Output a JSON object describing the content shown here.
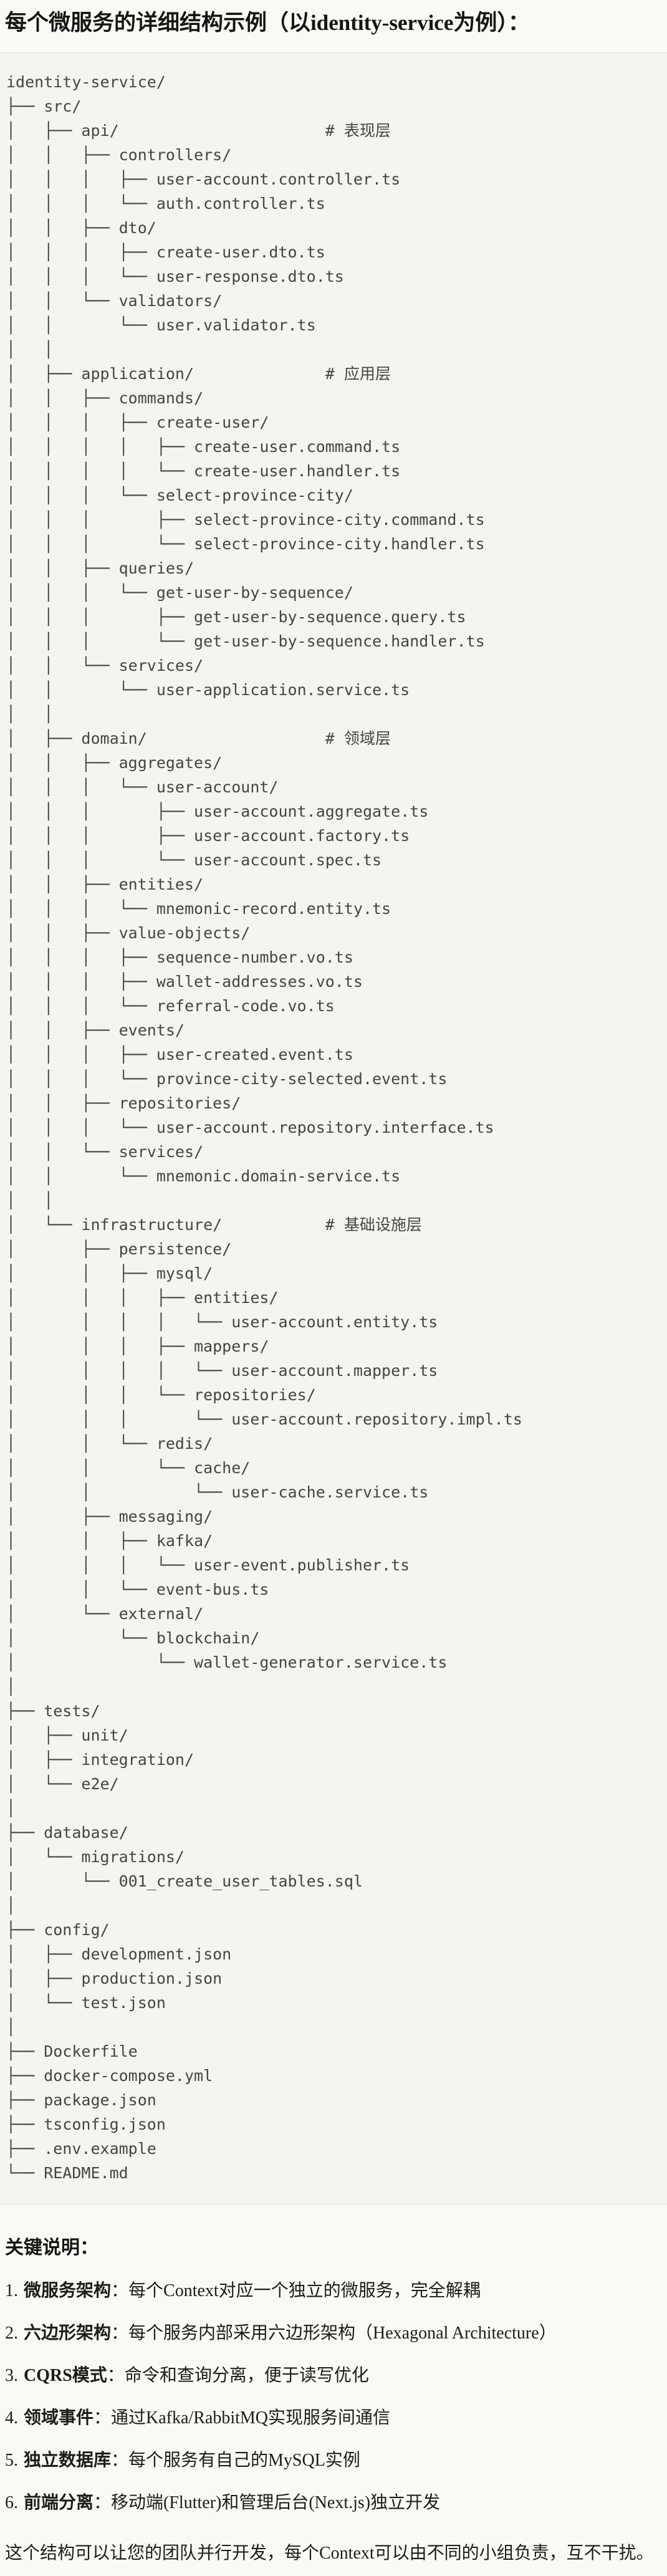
{
  "page": {
    "title": "每个微服务的详细结构示例（以identity-service为例）："
  },
  "tree": {
    "lines": [
      "identity-service/",
      "├── src/",
      "│   ├── api/                      # 表现层",
      "│   │   ├── controllers/",
      "│   │   │   ├── user-account.controller.ts",
      "│   │   │   └── auth.controller.ts",
      "│   │   ├── dto/",
      "│   │   │   ├── create-user.dto.ts",
      "│   │   │   └── user-response.dto.ts",
      "│   │   └── validators/",
      "│   │       └── user.validator.ts",
      "│   │",
      "│   ├── application/              # 应用层",
      "│   │   ├── commands/",
      "│   │   │   ├── create-user/",
      "│   │   │   │   ├── create-user.command.ts",
      "│   │   │   │   └── create-user.handler.ts",
      "│   │   │   └── select-province-city/",
      "│   │   │       ├── select-province-city.command.ts",
      "│   │   │       └── select-province-city.handler.ts",
      "│   │   ├── queries/",
      "│   │   │   └── get-user-by-sequence/",
      "│   │   │       ├── get-user-by-sequence.query.ts",
      "│   │   │       └── get-user-by-sequence.handler.ts",
      "│   │   └── services/",
      "│   │       └── user-application.service.ts",
      "│   │",
      "│   ├── domain/                   # 领域层",
      "│   │   ├── aggregates/",
      "│   │   │   └── user-account/",
      "│   │   │       ├── user-account.aggregate.ts",
      "│   │   │       ├── user-account.factory.ts",
      "│   │   │       └── user-account.spec.ts",
      "│   │   ├── entities/",
      "│   │   │   └── mnemonic-record.entity.ts",
      "│   │   ├── value-objects/",
      "│   │   │   ├── sequence-number.vo.ts",
      "│   │   │   ├── wallet-addresses.vo.ts",
      "│   │   │   └── referral-code.vo.ts",
      "│   │   ├── events/",
      "│   │   │   ├── user-created.event.ts",
      "│   │   │   └── province-city-selected.event.ts",
      "│   │   ├── repositories/",
      "│   │   │   └── user-account.repository.interface.ts",
      "│   │   └── services/",
      "│   │       └── mnemonic.domain-service.ts",
      "│   │",
      "│   └── infrastructure/           # 基础设施层",
      "│       ├── persistence/",
      "│       │   ├── mysql/",
      "│       │   │   ├── entities/",
      "│       │   │   │   └── user-account.entity.ts",
      "│       │   │   ├── mappers/",
      "│       │   │   │   └── user-account.mapper.ts",
      "│       │   │   └── repositories/",
      "│       │   │       └── user-account.repository.impl.ts",
      "│       │   └── redis/",
      "│       │       └── cache/",
      "│       │           └── user-cache.service.ts",
      "│       ├── messaging/",
      "│       │   ├── kafka/",
      "│       │   │   └── user-event.publisher.ts",
      "│       │   └── event-bus.ts",
      "│       └── external/",
      "│           └── blockchain/",
      "│               └── wallet-generator.service.ts",
      "│",
      "├── tests/",
      "│   ├── unit/",
      "│   ├── integration/",
      "│   └── e2e/",
      "│",
      "├── database/",
      "│   └── migrations/",
      "│       └── 001_create_user_tables.sql",
      "│",
      "├── config/",
      "│   ├── development.json",
      "│   ├── production.json",
      "│   └── test.json",
      "│",
      "├── Dockerfile",
      "├── docker-compose.yml",
      "├── package.json",
      "├── tsconfig.json",
      "├── .env.example",
      "└── README.md"
    ]
  },
  "notes": {
    "heading": "关键说明：",
    "colon": "：",
    "items": [
      {
        "num": "1.",
        "term": "微服务架构",
        "desc": "每个Context对应一个独立的微服务，完全解耦"
      },
      {
        "num": "2.",
        "term": "六边形架构",
        "desc": "每个服务内部采用六边形架构（Hexagonal Architecture）"
      },
      {
        "num": "3.",
        "term": "CQRS模式",
        "desc": "命令和查询分离，便于读写优化"
      },
      {
        "num": "4.",
        "term": "领域事件",
        "desc": "通过Kafka/RabbitMQ实现服务间通信"
      },
      {
        "num": "5.",
        "term": "独立数据库",
        "desc": "每个服务有自己的MySQL实例"
      },
      {
        "num": "6.",
        "term": "前端分离",
        "desc": "移动端(Flutter)和管理后台(Next.js)独立开发"
      }
    ]
  },
  "footer": "这个结构可以让您的团队并行开发，每个Context可以由不同的小组负责，互不干扰。",
  "colors": {
    "page_bg": "#FAF9F5",
    "code_bg": "#F5F4EF",
    "divider": "#E6E3DB",
    "code_text": "#45453F",
    "text": "#1C1C1A"
  }
}
